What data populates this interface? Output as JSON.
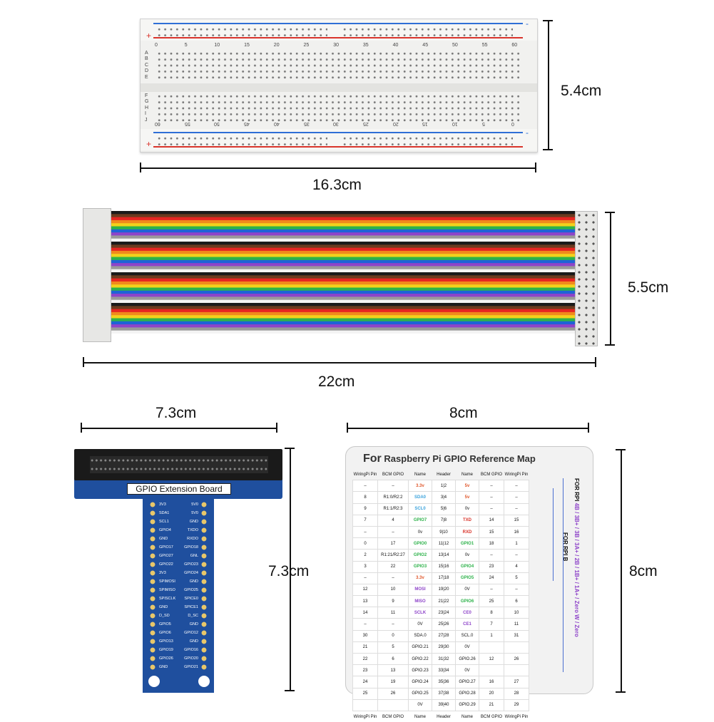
{
  "dimensions": {
    "breadboard_height": "5.4cm",
    "breadboard_width": "16.3cm",
    "ribbon_height": "5.5cm",
    "ribbon_width": "22cm",
    "board_width": "7.3cm",
    "board_height": "7.3cm",
    "card_width": "8cm",
    "card_height": "8cm"
  },
  "breadboard": {
    "top_numbers": [
      "0",
      "5",
      "10",
      "15",
      "20",
      "25",
      "30",
      "35",
      "40",
      "45",
      "50",
      "55",
      "60"
    ],
    "bottom_numbers": [
      "60",
      "55",
      "50",
      "45",
      "40",
      "35",
      "30",
      "25",
      "20",
      "15",
      "10",
      "5",
      "0"
    ],
    "rows_top": [
      "A",
      "B",
      "C",
      "D",
      "E"
    ],
    "rows_bottom": [
      "F",
      "G",
      "H",
      "I",
      "J"
    ],
    "plus": "+",
    "minus": "-",
    "colors": {
      "red_rail": "#d9342b",
      "blue_rail": "#2f6fd6"
    }
  },
  "ribbon": {
    "stripe_colors": [
      "#1a1a1a",
      "#6b3a1e",
      "#e52521",
      "#f08a1c",
      "#f2d21b",
      "#2db24a",
      "#1e63d6",
      "#8e44c9",
      "#9a9a9a",
      "#f4f4f4"
    ]
  },
  "gpio_board": {
    "label": "GPIO Extension Board",
    "left_pins": [
      "3V3",
      "SDA1",
      "SCL1",
      "GPIO4",
      "GND",
      "GPIO17",
      "GPIO27",
      "GPIO22",
      "3V3",
      "SPIMOSI",
      "SPIMISO",
      "SPISCLK",
      "GND",
      "D_SD",
      "GPIO5",
      "GPIO6",
      "GPIO13",
      "GPIO19",
      "GPIO26",
      "GND"
    ],
    "right_pins": [
      "5V0",
      "5V0",
      "GND",
      "TXDO",
      "RXDO",
      "GPIO18",
      "GNL",
      "GPIO23",
      "GPIO24",
      "GND",
      "GPIO25",
      "SPICE0",
      "SPICE1",
      "D_SC",
      "GND",
      "GPIO12",
      "GND",
      "GPIO16",
      "GPIO20",
      "GPIO21"
    ],
    "colors": {
      "pcb": "#1f4f9e",
      "header": "#1a1a1a"
    }
  },
  "card": {
    "title_for": "For",
    "title_rest": "Raspberry Pi GPIO Reference Map",
    "headers": [
      "WiringPi Pin",
      "BCM GPIO",
      "Name",
      "Header",
      "Name",
      "BCM GPIO",
      "WiringPi Pin"
    ],
    "rows": [
      [
        "–",
        "–",
        "3.3v",
        "1|2",
        "5v",
        "–",
        "–"
      ],
      [
        "8",
        "R1:0/R2:2",
        "SDA0",
        "3|4",
        "5v",
        "–",
        "–"
      ],
      [
        "9",
        "R1:1/R2:3",
        "SCL0",
        "5|6",
        "0v",
        "–",
        "–"
      ],
      [
        "7",
        "4",
        "GPIO7",
        "7|8",
        "TXD",
        "14",
        "15"
      ],
      [
        "–",
        "–",
        "0v",
        "9|10",
        "RXD",
        "15",
        "16"
      ],
      [
        "0",
        "17",
        "GPIO0",
        "11|12",
        "GPIO1",
        "18",
        "1"
      ],
      [
        "2",
        "R1:21/R2:27",
        "GPIO2",
        "13|14",
        "0v",
        "–",
        "–"
      ],
      [
        "3",
        "22",
        "GPIO3",
        "15|16",
        "GPIO4",
        "23",
        "4"
      ],
      [
        "–",
        "–",
        "3.3v",
        "17|18",
        "GPIO5",
        "24",
        "5"
      ],
      [
        "12",
        "10",
        "MOSI",
        "19|20",
        "0V",
        "–",
        "–"
      ],
      [
        "13",
        "9",
        "MISO",
        "21|22",
        "GPIO6",
        "25",
        "6"
      ],
      [
        "14",
        "11",
        "SCLK",
        "23|24",
        "CE0",
        "8",
        "10"
      ],
      [
        "–",
        "–",
        "0V",
        "25|26",
        "CE1",
        "7",
        "11"
      ],
      [
        "30",
        "0",
        "SDA.0",
        "27|28",
        "SCL.0",
        "1",
        "31"
      ],
      [
        "21",
        "5",
        "GPIO.21",
        "29|30",
        "0V",
        "",
        ""
      ],
      [
        "22",
        "6",
        "GPIO.22",
        "31|32",
        "GPIO.26",
        "12",
        "26"
      ],
      [
        "23",
        "13",
        "GPIO.23",
        "33|34",
        "0V",
        "",
        ""
      ],
      [
        "24",
        "19",
        "GPIO.24",
        "35|36",
        "GPIO.27",
        "16",
        "27"
      ],
      [
        "25",
        "26",
        "GPIO.25",
        "37|38",
        "GPIO.28",
        "20",
        "28"
      ],
      [
        "",
        "",
        "0V",
        "39|40",
        "GPIO.29",
        "21",
        "29"
      ]
    ],
    "footer": [
      "WiringPi Pin",
      "BCM GPIO",
      "Name",
      "Header",
      "Name",
      "BCM GPIO",
      "WiringPi Pin"
    ],
    "side_label_1_prefix": "FOR RPI ",
    "side_label_1": "4B / 3B+ / 3B / 3A+ / 2B / 1B+ / 1A+ / Zero W / Zero",
    "side_label_2": "FOR RPI B"
  }
}
